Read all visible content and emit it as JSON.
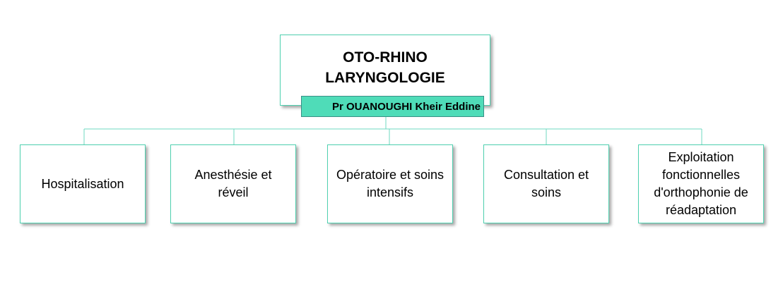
{
  "root": {
    "title": "OTO-RHINO\nLARYNGOLOGIE",
    "head_name": "Pr OUANOUGHI Kheir Eddine"
  },
  "departments": [
    {
      "label": "Hospitalisation"
    },
    {
      "label": "Anesthésie et\nréveil"
    },
    {
      "label": "Opératoire et soins\nintensifs"
    },
    {
      "label": "Consultation et\nsoins"
    },
    {
      "label": "Exploitation\nfonctionnelles\nd'orthophonie de\nréadaptation"
    }
  ],
  "colors": {
    "accent": "#4fdcb8",
    "connector": "#6fd8c0",
    "box_border": "#4fd1b0"
  }
}
